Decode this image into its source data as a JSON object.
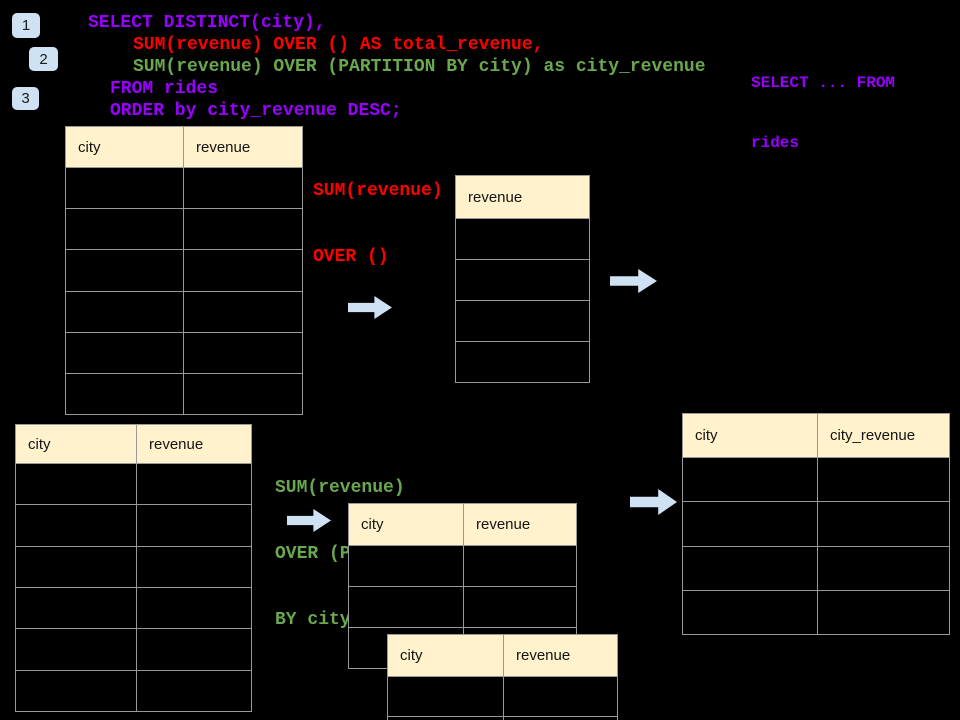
{
  "colors": {
    "bg": "#000000",
    "purple": "#9900ff",
    "red": "#ff0000",
    "green": "#6aa84f",
    "lightblue": "#cfe2f3",
    "cream": "#fff2cc",
    "line": "#999999"
  },
  "badges": {
    "one": "1",
    "two": "2",
    "three": "3"
  },
  "sql": {
    "line1": "SELECT DISTINCT(city),",
    "line2": "SUM(revenue) OVER () AS total_revenue,",
    "line3": "SUM(revenue) OVER (PARTITION BY city) as city_revenue",
    "line4": "FROM rides",
    "line5": "ORDER by city_revenue DESC;"
  },
  "side_note": {
    "line1": "SELECT ... FROM",
    "line2": "rides"
  },
  "annotation_total": {
    "line1": "SUM(revenue)",
    "line2": "OVER ()"
  },
  "annotation_partition": {
    "line1": "SUM(revenue)",
    "line2": "OVER (PARTITION",
    "line3": "BY city)"
  },
  "tables": {
    "source_top": {
      "col1": "city",
      "col2": "revenue",
      "rows": 6
    },
    "revenue_only": {
      "col1": "revenue",
      "rows": 4
    },
    "source_bottom": {
      "col1": "city",
      "col2": "revenue",
      "rows": 6
    },
    "partition_back": {
      "col1": "city",
      "col2": "revenue",
      "rows": 3
    },
    "partition_front": {
      "col1": "city",
      "col2": "revenue",
      "rows": 2
    },
    "result": {
      "col1": "city",
      "col2": "city_revenue",
      "rows": 4
    }
  }
}
